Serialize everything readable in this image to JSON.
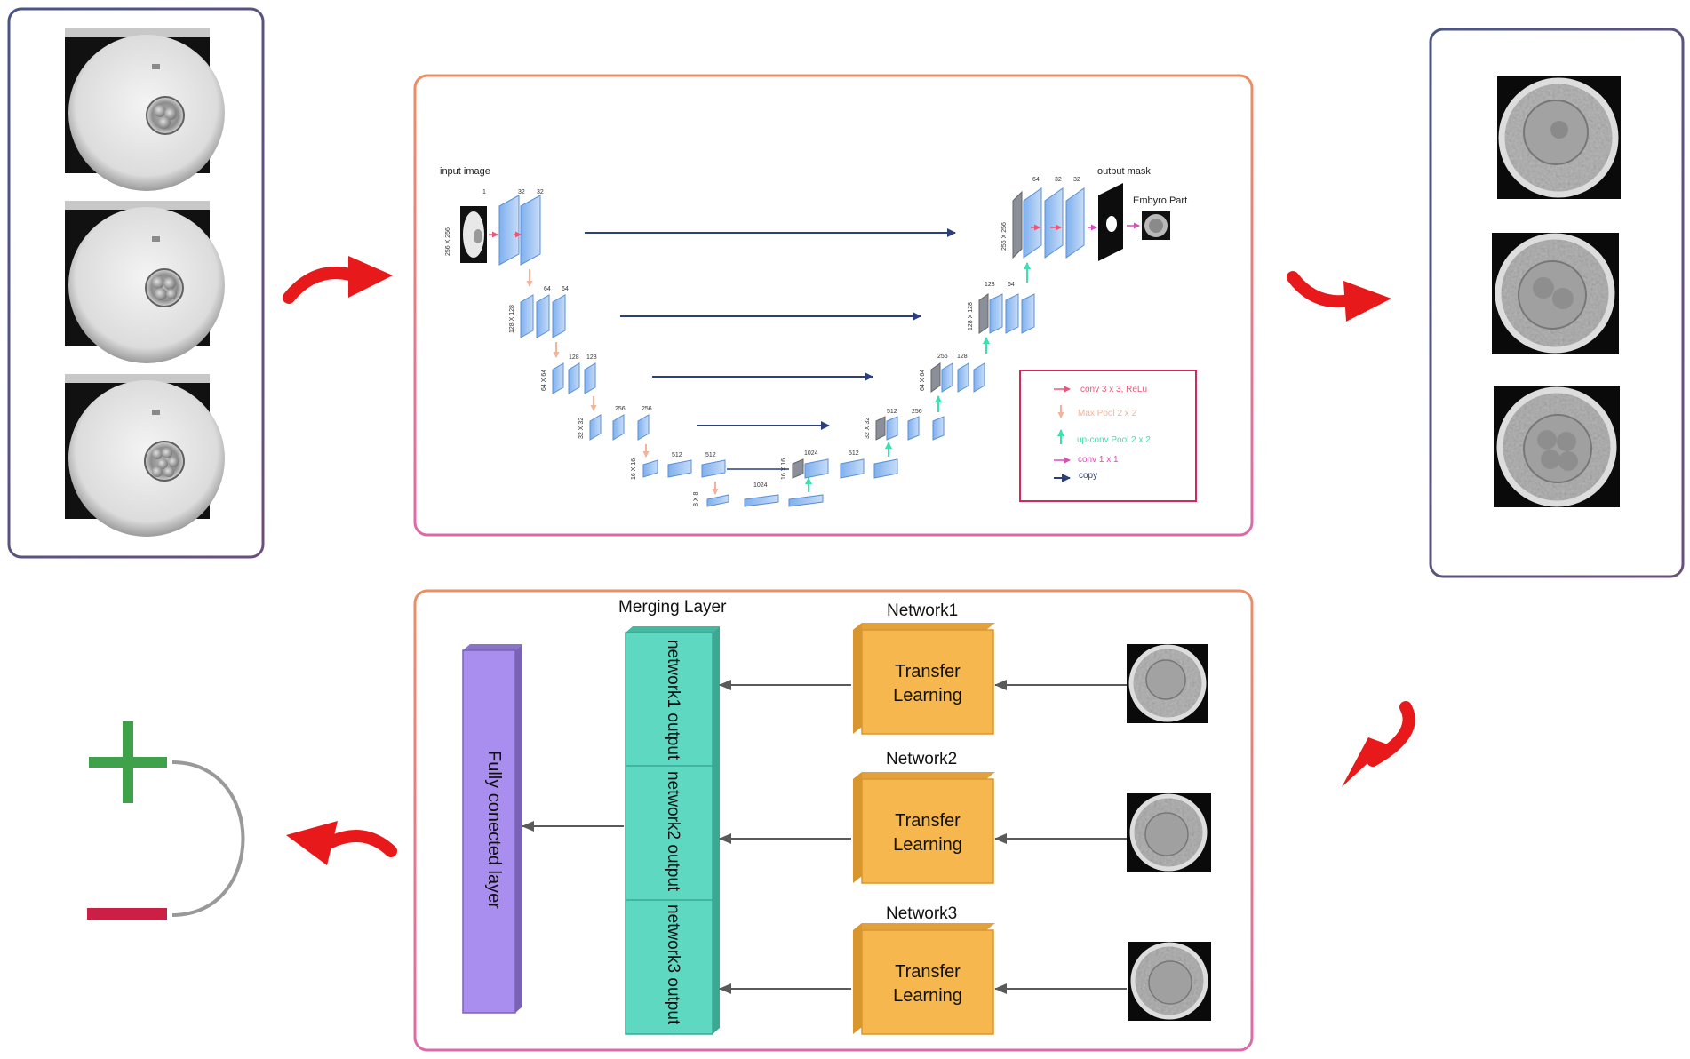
{
  "unet": {
    "input_label": "input image",
    "output_label": "output mask",
    "embryo_label": "Embyro Part",
    "input_dim": "256 X 256",
    "enc1": [
      "1",
      "32",
      "32"
    ],
    "enc2_dim": "128 X 128",
    "enc2": [
      "64",
      "64"
    ],
    "enc3_dim": "64 X 64",
    "enc3": [
      "128",
      "128"
    ],
    "enc4_dim": "32 X 32",
    "enc4": [
      "256",
      "256"
    ],
    "enc5_dim": "16 X 16",
    "enc5": [
      "512",
      "512"
    ],
    "bott_dim": "8 X 8",
    "bott": [
      "1024"
    ],
    "dec5": [
      "1024",
      "512"
    ],
    "dec5_dim": "16 X 16",
    "dec4": [
      "512",
      "256"
    ],
    "dec4_dim": "32 X 32",
    "dec3": [
      "256",
      "128"
    ],
    "dec3_dim": "64 X 64",
    "dec2": [
      "128",
      "64"
    ],
    "dec2_dim": "128 X 128",
    "dec1": [
      "64",
      "32",
      "32"
    ],
    "dec1_dim": "256 X 256",
    "legend": [
      {
        "label": "conv 3 x 3, ReLu",
        "color": "#e8567a"
      },
      {
        "label": "Max Pool 2 x 2",
        "color": "#f2b39a"
      },
      {
        "label": "up-conv  Pool 2 x 2",
        "color": "#3fe0b0"
      },
      {
        "label": "conv  1 x 1",
        "color": "#d94fb8"
      },
      {
        "label": "copy",
        "color": "#2b3f7a"
      }
    ]
  },
  "classifier": {
    "merging_label": "Merging Layer",
    "fc_label": "Fully conected layer",
    "networks": [
      {
        "title": "Network1",
        "box": "Transfer Learning",
        "output": "network1 output"
      },
      {
        "title": "Network2",
        "box": "Transfer Learning",
        "output": "network2 output"
      },
      {
        "title": "Network3",
        "box": "Transfer Learning",
        "output": "network3 output"
      }
    ]
  },
  "colors": {
    "panel_border_blue": "#4a4e7a",
    "panel_border_orange": "#e98a6a",
    "panel_border_pink": "#d96aa8",
    "curved_arrow": "#e8191a",
    "transfer_box": "#f6b84e",
    "merge_layer": "#5fd8c2",
    "fc_layer": "#a98ef0",
    "plus": "#3fa24a",
    "minus": "#cc1f45"
  },
  "icons": [
    "curved-arrow-icon",
    "plus-icon",
    "minus-icon"
  ]
}
